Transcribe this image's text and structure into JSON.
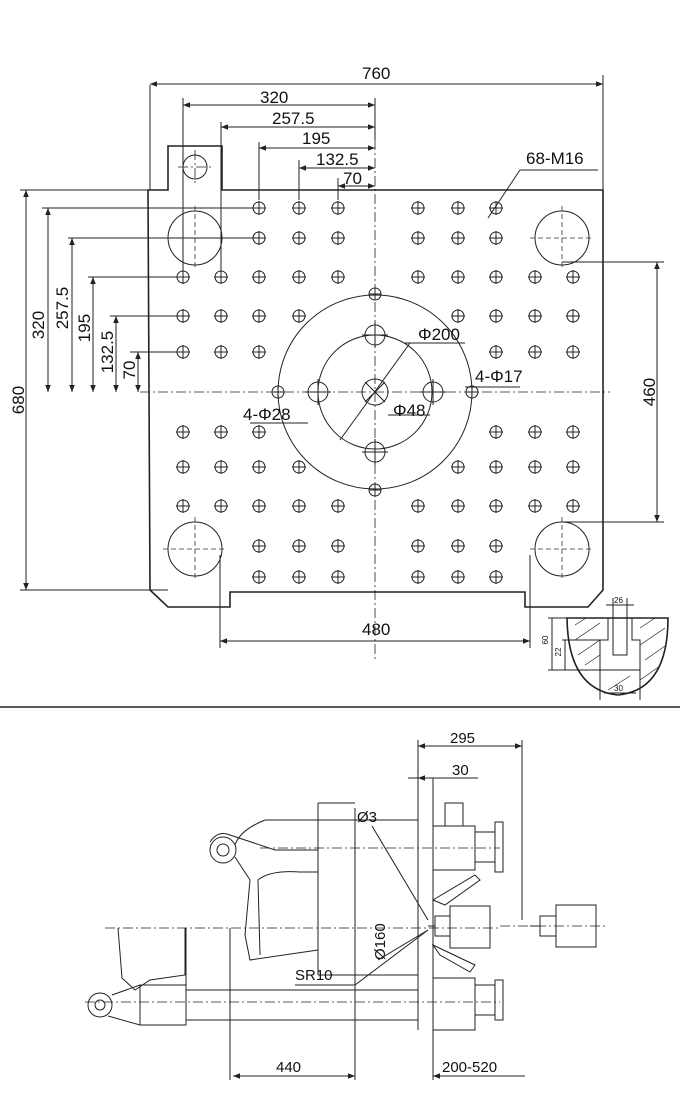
{
  "platen": {
    "width_dim": "760",
    "height_dim": "680",
    "tiebar_h_dim": "480",
    "tiebar_v_dim": "460",
    "top_dims": [
      "320",
      "257.5",
      "195",
      "132.5",
      "70"
    ],
    "left_dims": [
      "320",
      "257.5",
      "195",
      "132.5",
      "70"
    ],
    "thread_holes": "68-M16",
    "center_ring": "Φ200",
    "center_hole": "Φ48",
    "inner_holes": "4-Φ28",
    "outer_holes": "4-Φ17"
  },
  "slot_detail": {
    "dims": [
      "26",
      "60",
      "22",
      "30"
    ]
  },
  "side_view": {
    "dims": {
      "total": "295",
      "nozzle_offset": "30",
      "nozzle_hole": "Ø3",
      "locating_ring": "Ø160",
      "sphere_radius": "SR10",
      "stroke_min": "440",
      "stroke_range": "200-520"
    }
  }
}
